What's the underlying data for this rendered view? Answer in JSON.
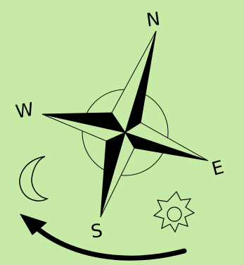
{
  "compass": {
    "north_label": "N",
    "east_label": "E",
    "south_label": "S",
    "west_label": "W"
  },
  "icons": {
    "moon": "crescent-moon-icon",
    "sun": "sun-icon",
    "arrow": "curved-arrow-icon"
  },
  "colors": {
    "background": "#c7eba6",
    "ink": "#000000",
    "outline_fill": "#c7eba6"
  }
}
